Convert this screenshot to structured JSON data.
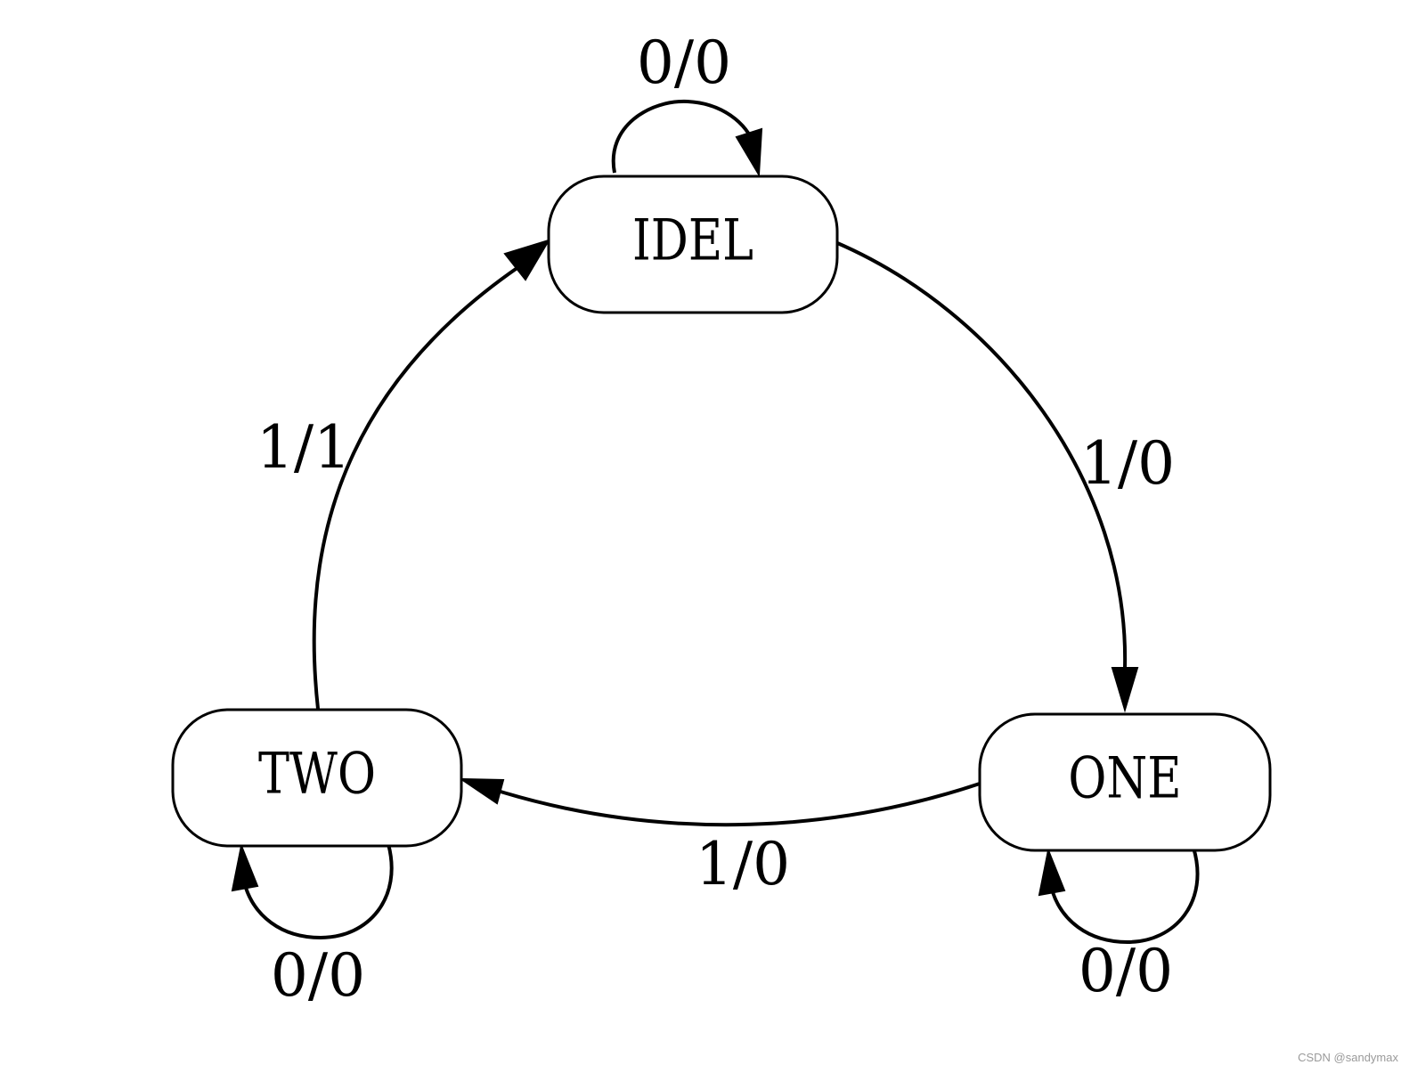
{
  "states": {
    "idel": "IDEL",
    "one": "ONE",
    "two": "TWO"
  },
  "transitions": {
    "idel_self": "0/0",
    "idel_to_one": "1/0",
    "one_self": "0/0",
    "one_to_two": "1/0",
    "two_self": "0/0",
    "two_to_idel": "1/1"
  },
  "watermark": "CSDN @sandymax"
}
